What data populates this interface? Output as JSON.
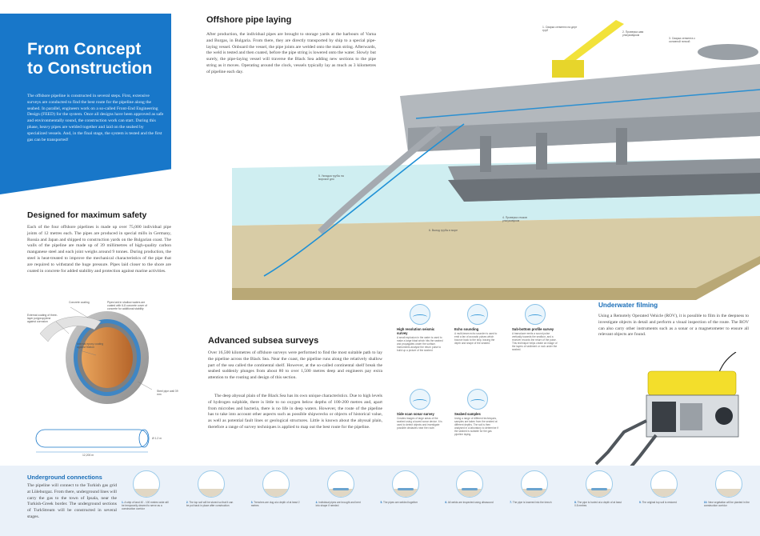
{
  "hero": {
    "title_line1": "From Concept",
    "title_line2": "to Construction",
    "body": "The offshore pipeline is constructed in several steps. First, extensive surveys are conducted to find the best route for the pipeline along the seabed. In parallel, engineers work on a so-called Front-End Engineering Design (FEED) for the system. Once all designs have been approved as safe and environmentally sound, the construction work can start. During this phase, heavy pipes are welded together and laid on the seabed by specialized vessels. And, in the final stage, the system is tested and the first gas can be transported!"
  },
  "safety": {
    "heading": "Designed for maximum safety",
    "body": "Each of the four offshore pipelines is made up over 75,000 individual pipe joints of 12 metres each. The pipes are produced in special mills in Germany, Russia and Japan and shipped to construction yards on the Bulgarian coast. The walls of the pipeline are made up of 39 millimetres of high-quality carbon manganese steel and each joint weighs around 9 tonnes. During production, the steel is heat-treated to improve the mechanical characteristics of the pipe that are required to withstand the huge pressure. Pipes laid closer to the shore are coated in concrete for added stability and protection against marine activities.",
    "callouts": [
      "Concrete coating",
      "Pipes laid in shallow waters are coated with 6-8 concrete cover of concrete for additional stability",
      "External coating of three-layer polypropylene against corrosion",
      "Internal epoxy coating against friction",
      "Steel pipe wall 39 mm",
      "Ø 1.2 m",
      "12,200 m"
    ]
  },
  "pipelaying": {
    "heading": "Offshore pipe laying",
    "body": "After production, the individual pipes are brought to storage yards at the harbours of Varna and Burgas, in Bulgaria. From there, they are directly transported by ship to a special pipe-laying vessel. Onboard the vessel, the pipe joints are welded onto the main string. Afterwards, the weld is tested and then coated, before the pipe string is lowered onto the water. Slowly but surely, the pipe-laying vessel will traverse the Black Sea adding new sections to the pipe string as it moves. Operating around the clock, vessels typically lay as much as 3 kilometres of pipeline each day.",
    "labels": [
      "1. Сварка сегмента на дерт труб",
      "2. Проверка шва ультразвуком",
      "3. Сварка сегмента с основной ниткой",
      "5. Укладка трубы на морское дно",
      "4. Проверка стыков ультразвуком",
      "6. Выход трубы в море"
    ]
  },
  "surveys": {
    "heading": "Advanced subsea surveys",
    "body1": "Over 16,500 kilometres of offshore surveys were performed to find the most suitable path to lay the pipeline across the Black Sea. Near the coast, the pipeline runs along the relatively shallow part of the sea called the continental shelf. However, at the so-called continental shelf break the seabed suddenly plunges from about 80 to over 1,500 metres deep and engineers pay extra attention to the routing and design of this section.",
    "body2": "The deep abyssal plain of the Black Sea has its own unique characteristics. Due to high levels of hydrogen sulphide, there is little to no oxygen below depths of 100-200 metres and, apart from microbes and bacteria, there is no life in deep waters. However, the route of the pipeline has to take into account other aspects such as possible shipwrecks or objects of historical value, as well as potential fault lines or geological structures. Little is known about the abyssal plain, therefore a range of survey techniques is applied to map out the best route for the pipeline.",
    "items": [
      {
        "title": "High resolution seismic survey",
        "desc": "A small explosion in the water is used to make a large blast which hits the seabed and propagates under the surface. Instruments analyse the return pulse to build up a picture of the seabed."
      },
      {
        "title": "Echo sounding",
        "desc": "A multi-beam echo sounder is used to emit a fan of acoustic pulses which bounce back to the ship, tracing the depth and shape of the seabed."
      },
      {
        "title": "Sub-bottom profile survey",
        "desc": "A transducer emits a sound pulse vertically towards the seafloor, and a receiver records the return of the pulse. This technique helps create an image of the layers of sediment or rock under the seabed."
      },
      {
        "title": "Side scan sonar survey",
        "desc": "Creates images of large areas of the seabed using a towed sonar device. It is used to detect objects and investigate possible obstacles near the route."
      },
      {
        "title": "Seabed samples",
        "desc": "Using a range of different techniques, samples are taken from the seabed at different depths. The soil is then analysed in a laboratory to determine if the seabed is suitable for the gas pipeline laying."
      }
    ]
  },
  "rov": {
    "heading": "Underwater filming",
    "body": "Using a Remotely Operated Vehicle (ROV), it is possible to film in the deepness to investigate objects in detail and perform a visual inspection of the route. The ROV can also carry other instruments such as a sonar or a magnetometer to ensure all relevant objects are found."
  },
  "underground": {
    "heading": "Underground connections",
    "body": "The pipeline will connect to the Turkish gas grid at Lüleburgaz. From there, underground lines will carry the gas to the town of Ipsala, near the Turkish-Greek border. The underground sections of TurkStream will be constructed in several stages.",
    "steps": [
      {
        "num": "1.",
        "text": "A strip of land 40 - 100 metres wide will be temporarily cleared to serve as a construction corridor"
      },
      {
        "num": "2.",
        "text": "The top soil will be stored so that it can be put back in place after construction"
      },
      {
        "num": "3.",
        "text": "Trenches are dug at a depth of at least 2 metres"
      },
      {
        "num": "4.",
        "text": "Individual pipes are brought and bent into shape if needed"
      },
      {
        "num": "5.",
        "text": "The pipes are welded together"
      },
      {
        "num": "6.",
        "text": "All welds are inspected using ultrasound"
      },
      {
        "num": "7.",
        "text": "The pipe is lowered into the trench"
      },
      {
        "num": "8.",
        "text": "The pipe is buried at a depth of at least 0.8 metres"
      },
      {
        "num": "9.",
        "text": "The original top soil is restored"
      },
      {
        "num": "10.",
        "text": "New vegetation will be planted in the construction corridor"
      }
    ]
  },
  "colors": {
    "accent": "#1877c9",
    "water": "#bfe6ea",
    "seabed": "#c8b98f"
  }
}
